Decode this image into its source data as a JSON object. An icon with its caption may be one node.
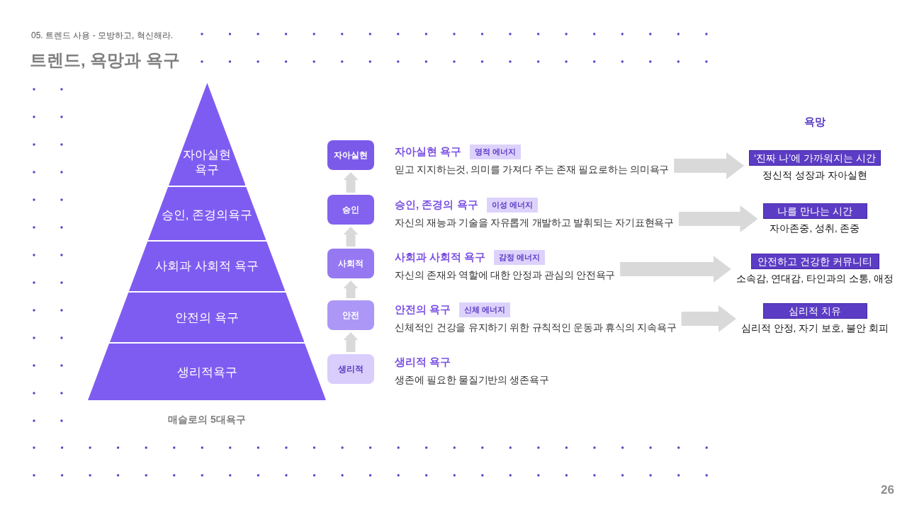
{
  "diagram": {
    "title": "트렌드, 욕망과 욕구",
    "nodes": [
      {
        "text": [
          "자아실현 욕구"
        ]
      },
      {
        "text": [
          "승인, 존경의욕구"
        ]
      },
      {
        "text": [
          "사회과 사회적 욕구"
        ]
      },
      {
        "text": [
          "안전의 욕구"
        ]
      },
      {
        "text": [
          "생리적욕구"
        ]
      },
      {
        "text": [
          "자아실현"
        ]
      },
      {
        "text": [
          "승인"
        ]
      },
      {
        "text": [
          "사회적"
        ]
      },
      {
        "text": [
          "안전"
        ]
      },
      {
        "text": [
          "생리적"
        ]
      },
      {
        "text": [
          "자아실현 욕구",
          "믿고 지지하는것, 의미를 가져다 주는 존재 필요로하는 의미욕구"
        ]
      },
      {
        "text": [
          "영적 에너지"
        ],
        "in": 10
      },
      {
        "text": [
          "승인, 존경의 욕구",
          "자신의 재능과 기술을 자유롭게 개발하고 발휘되는 자기표현욕구"
        ]
      },
      {
        "text": [
          "이성 에너지"
        ],
        "in": 12
      },
      {
        "text": [
          "사회과 사회적 욕구",
          "자신의 존재와 역할에 대한 안정과 관심의 안전욕구"
        ]
      },
      {
        "text": [
          "감정 에너지"
        ],
        "in": 14
      },
      {
        "text": [
          "안전의 욕구",
          "신체적인 건강을 유지하기 위한 규칙적인 운동과 휴식의 지속욕구"
        ]
      },
      {
        "text": [
          "신체 에너지"
        ],
        "in": 16
      },
      {
        "text": [
          "생리적 욕구",
          "생존에 필요한 물질기반의 생존욕구"
        ]
      },
      {
        "text": [
          "‘진짜 나’에 가까워지는 시간",
          "정신적 성장과 자아실현"
        ]
      },
      {
        "text": [
          "나를 만나는 시간",
          "자아존중, 성취, 존중"
        ]
      },
      {
        "text": [
          "안전하고 건강한 커뮤니티",
          "소속감, 연대감, 타인과의 소통, 애정"
        ]
      },
      {
        "text": [
          "심리적 치유",
          "심리적 안정, 자기 보호, 불안 회피"
        ]
      }
    ],
    "edges": [
      {
        "from": 6,
        "to": 5,
        "arrow": "to"
      },
      {
        "from": 7,
        "to": 6,
        "arrow": "to"
      },
      {
        "from": 8,
        "to": 7,
        "arrow": "to"
      },
      {
        "from": 9,
        "to": 8,
        "arrow": "to"
      },
      {
        "from": 10,
        "to": 19,
        "arrow": "to"
      },
      {
        "from": 12,
        "to": 20,
        "arrow": "to"
      },
      {
        "from": 14,
        "to": 21,
        "arrow": "to"
      },
      {
        "from": 16,
        "to": 22,
        "arrow": "to"
      }
    ],
    "labels": [
      "05. 트렌드 사용 - 모방하고, 혁신해라.",
      "욕망",
      "매슬로의 5대욕구",
      "26"
    ]
  }
}
